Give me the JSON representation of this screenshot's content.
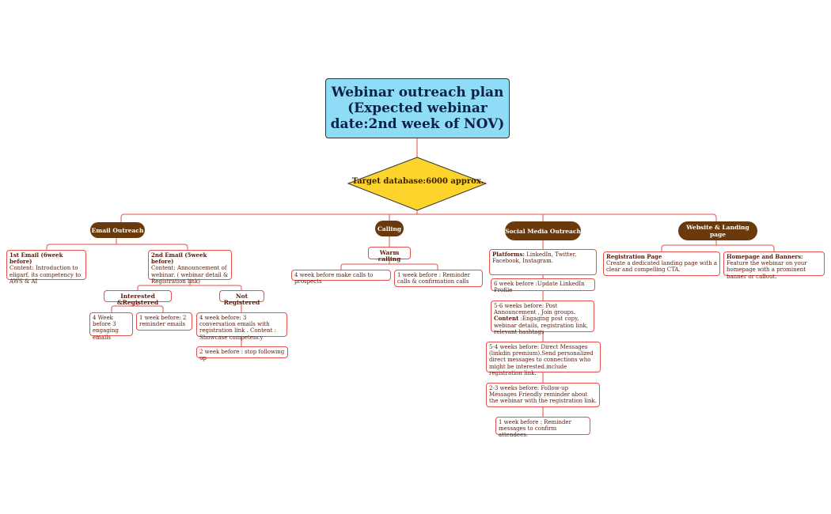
{
  "title": "Webinar outreach plan (Expected webinar date:2nd week of NOV)",
  "target": "Target database:6000 approx.",
  "branches": {
    "email": {
      "label": "Email Outreach",
      "first_email_title": "1st Email (6week before)",
      "first_email_body": "Content: Introduction to eligarf, its competency to AWS & AI",
      "second_email_title": "2nd Email (5week before)",
      "second_email_body": "Content: Announcement of webinar. ( webinar detail & Registration link)",
      "interested_label": "Interested &Registered",
      "not_registered_label": "Not Registered",
      "interested_item1": "4 Week before 3 engaging emails",
      "interested_item2": "1 week before: 2 reminder emails",
      "not_registered_item1": "4 week before: 3 conversation emails with registration link . Content : Showcase competency",
      "not_registered_item2": "2 week before : stop following up"
    },
    "calling": {
      "label": "Calling",
      "warm_label": "Warm calling",
      "item1": "4 week before make calls to prospects",
      "item2": "1 week before : Reminder calls & confirmation calls"
    },
    "social": {
      "label": "Social Media Outreach",
      "platforms_title": "Platforms:",
      "platforms_body": " LinkedIn, Twitter, Facebook, Instagram.",
      "step1": "6 week before :Update LinkedIn Profile",
      "step2_a": "5-6 weeks before: Post Announcement , Join groups. ",
      "step2_bold": "Content",
      "step2_b": " :Engaging post copy, webinar details, registration link, relevant hashtags",
      "step3": "5-4 weeks before: Direct Messages (linkdin premium).Send personalized direct messages to connections who might be interested.include registration link.",
      "step4": "2-3 weeks before: Follow-up Messages Friendly reminder about the webinar with the registration link.",
      "step5": "1 week before : Reminder messages to confirm attendees."
    },
    "website": {
      "label": "Website & Landing page",
      "reg_title": "Registration Page",
      "reg_body": "Create a dedicated landing page with a clear and compelling CTA.",
      "home_title": "Homepage and Banners:",
      "home_body": " Feature the webinar on your homepage with a prominent banner or callout."
    }
  },
  "colors": {
    "root_fill": "#8fdcf7",
    "diamond_fill": "#fcd42c",
    "pill_fill": "#6b3a0c",
    "connector": "#e2514b"
  }
}
